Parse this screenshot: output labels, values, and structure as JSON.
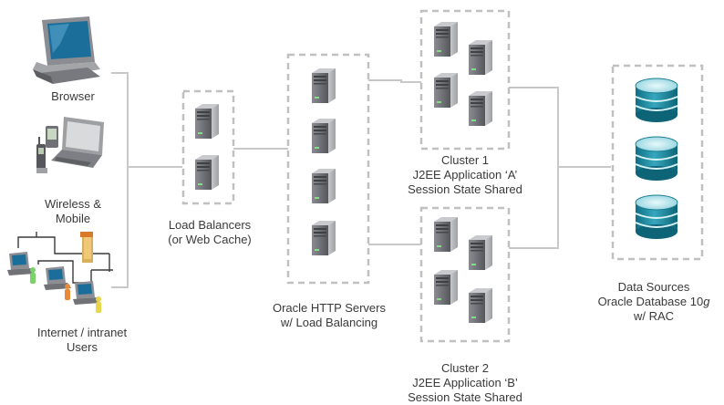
{
  "clients": {
    "browser": {
      "label": "Browser"
    },
    "wireless": {
      "line1": "Wireless &",
      "line2": "Mobile"
    },
    "internet": {
      "line1": "Internet / intranet",
      "line2": "Users"
    }
  },
  "load_balancers": {
    "line1": "Load Balancers",
    "line2": "(or Web Cache)"
  },
  "http_servers": {
    "line1": "Oracle HTTP Servers",
    "line2": "w/ Load Balancing"
  },
  "cluster1": {
    "line1": "Cluster 1",
    "line2": "J2EE Application ‘A’",
    "line3": "Session State Shared"
  },
  "cluster2": {
    "line1": "Cluster 2",
    "line2": "J2EE Application ‘B’",
    "line3": "Session State Shared"
  },
  "data_sources": {
    "line1": "Data Sources",
    "line2": "Oracle Database 10",
    "line2_suffix": "g",
    "line3": "w/ RAC"
  },
  "colors": {
    "connector": "#c8c8c8",
    "dashed_box": "#c0c0c0",
    "server_dark": "#5f6166",
    "server_light": "#9a9ca0",
    "db_fill": "#1e8aa0",
    "db_top": "#b8e4ec"
  },
  "icons": [
    "computer-icon",
    "laptop-icon",
    "pda-icon",
    "phone-icon",
    "network-users-icon",
    "server-icon",
    "database-icon"
  ]
}
